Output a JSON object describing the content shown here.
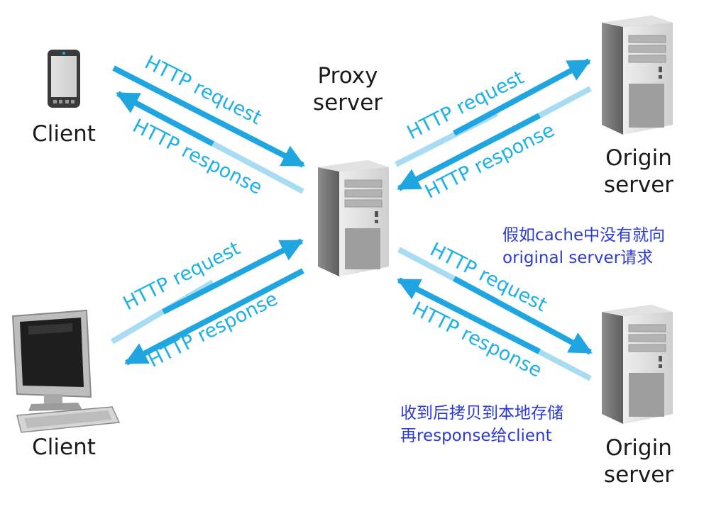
{
  "nodes": {
    "client_top": "Client",
    "client_bottom": "Client",
    "proxy_line1": "Proxy",
    "proxy_line2": "server",
    "origin_top_line1": "Origin",
    "origin_top_line2": "server",
    "origin_bottom_line1": "Origin",
    "origin_bottom_line2": "server"
  },
  "arrows": {
    "tl_request": "HTTP request",
    "tl_response": "HTTP response",
    "bl_request": "HTTP request",
    "bl_response": "HTTP response",
    "tr_request": "HTTP request",
    "tr_response": "HTTP response",
    "br_request": "HTTP request",
    "br_response": "HTTP response"
  },
  "notes": {
    "cache_miss_line1": "假如cache中没有就向",
    "cache_miss_line2": "original server请求",
    "store_line1": "收到后拷贝到本地存储",
    "store_line2": "再response给client"
  },
  "colors": {
    "arrow_dark": "#1fa6e0",
    "arrow_light": "#a7dcf3",
    "label_blue": "#1fb0ea",
    "note_blue": "#2d3bd6"
  }
}
